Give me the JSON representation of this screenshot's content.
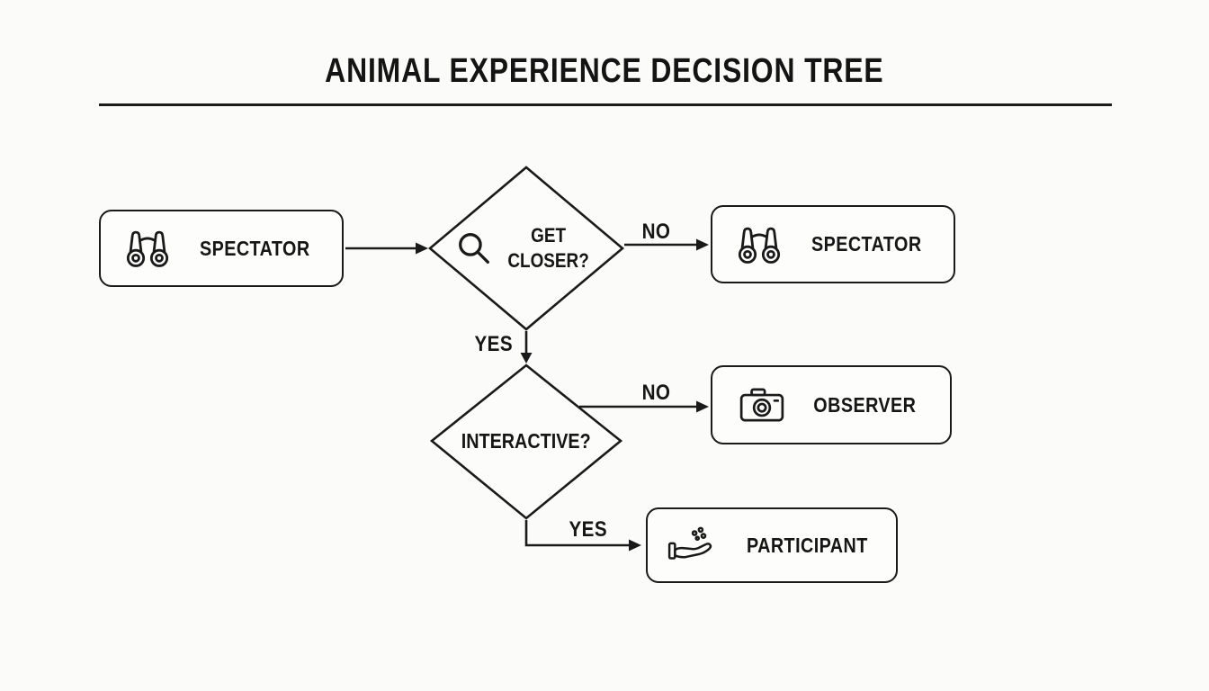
{
  "title": "ANIMAL EXPERIENCE DECISION TREE",
  "nodes": {
    "start": {
      "label": "SPECTATOR",
      "icon": "binoculars-icon"
    },
    "decision_get_closer": {
      "line1": "GET",
      "line2": "CLOSER?",
      "icon": "magnifier-icon"
    },
    "decision_interactive": {
      "label": "INTERACTIVE?"
    },
    "outcome_spectator": {
      "label": "SPECTATOR",
      "icon": "binoculars-icon"
    },
    "outcome_observer": {
      "label": "OBSERVER",
      "icon": "camera-icon"
    },
    "outcome_participant": {
      "label": "PARTICIPANT",
      "icon": "hand-feeding-icon"
    }
  },
  "edge_labels": {
    "get_closer_no": "NO",
    "get_closer_yes": "YES",
    "interactive_no": "NO",
    "interactive_yes": "YES"
  },
  "colors": {
    "ink": "#1a1a1a",
    "background": "#fbfbf9",
    "node_fill": "#fdfdfc"
  }
}
